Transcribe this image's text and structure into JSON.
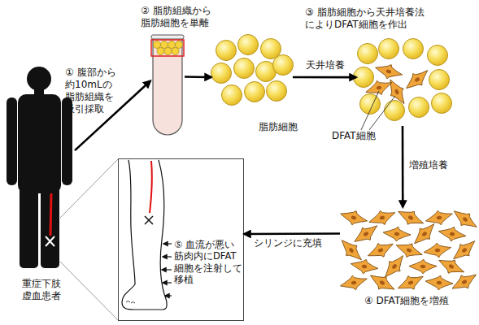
{
  "diagram": {
    "nodes": [
      {
        "text": [
          "重症下肢 虚血患者"
        ]
      },
      {
        "text": [
          "② 脂肪組織から 脂肪細胞を単離"
        ]
      },
      {
        "text": [
          "脂肪細胞"
        ]
      },
      {
        "text": [
          "③ 脂肪細胞から天井培養法 によりDFAT細胞を作出",
          "DFAT細胞"
        ]
      },
      {
        "text": [
          "④ DFAT細胞を増殖"
        ]
      },
      {
        "text": [
          "⑤ 血流が悪い 筋肉内にDFAT 細胞を注射して 移植"
        ]
      }
    ],
    "edges": [
      {
        "from": 0,
        "to": 1,
        "label": "① 腹部から 約10mLの 脂肪組織を 吸引採取",
        "arrow": "to"
      },
      {
        "from": 1,
        "to": 2,
        "arrow": "to"
      },
      {
        "from": 2,
        "to": 3,
        "label": "天井培養",
        "arrow": "to"
      },
      {
        "from": 3,
        "to": 4,
        "label": "増殖培養",
        "arrow": "to"
      },
      {
        "from": 4,
        "to": 5,
        "label": "シリンジに充填",
        "arrow": "to"
      }
    ]
  }
}
